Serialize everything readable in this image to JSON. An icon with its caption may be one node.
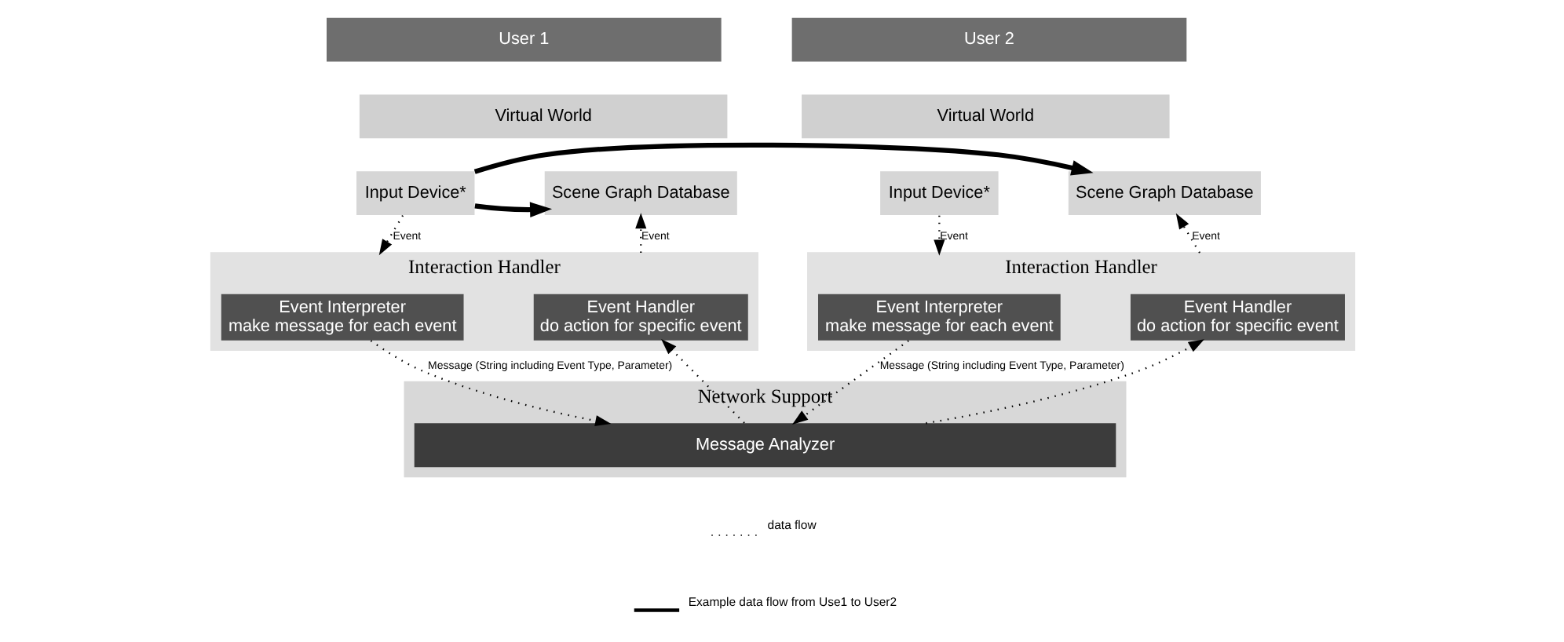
{
  "diagram": {
    "nodes": [
      {
        "text": [
          "User 1"
        ]
      },
      {
        "text": [
          "Virtual World"
        ]
      },
      {
        "text": [
          "Input Device*"
        ]
      },
      {
        "text": [
          "Scene Graph Database"
        ]
      },
      {
        "text": [
          "Interaction Handler"
        ]
      },
      {
        "text": [
          "Event Interpreter",
          "make message for each event"
        ],
        "in": 4
      },
      {
        "text": [
          "Event Handler",
          "do action for specific event"
        ],
        "in": 4
      },
      {
        "text": [
          "User 2"
        ]
      },
      {
        "text": [
          "Virtual World"
        ]
      },
      {
        "text": [
          "Input Device*"
        ]
      },
      {
        "text": [
          "Scene Graph Database"
        ]
      },
      {
        "text": [
          "Interaction Handler"
        ]
      },
      {
        "text": [
          "Event Interpreter",
          "make message for each event"
        ],
        "in": 11
      },
      {
        "text": [
          "Event Handler",
          "do action for specific event"
        ],
        "in": 11
      },
      {
        "text": [
          "Network Support"
        ]
      },
      {
        "text": [
          "Message Analyzer"
        ],
        "in": 14
      }
    ],
    "edges": [
      {
        "from": 2,
        "to": 4,
        "arrow": "to",
        "style": "dashed",
        "label": "Event"
      },
      {
        "from": 4,
        "to": 3,
        "arrow": "to",
        "style": "dashed",
        "label": "Event"
      },
      {
        "from": 5,
        "to": 15,
        "arrow": "to",
        "style": "dashed",
        "label": "Message (String including Event Type, Parameter)"
      },
      {
        "from": 15,
        "to": 6,
        "arrow": "to",
        "style": "dashed"
      },
      {
        "from": 9,
        "to": 11,
        "arrow": "to",
        "style": "dashed",
        "label": "Event"
      },
      {
        "from": 11,
        "to": 10,
        "arrow": "to",
        "style": "dashed",
        "label": "Event"
      },
      {
        "from": 12,
        "to": 15,
        "arrow": "to",
        "style": "dashed",
        "label": "Message (String including Event Type, Parameter)"
      },
      {
        "from": 15,
        "to": 13,
        "arrow": "to",
        "style": "dashed"
      },
      {
        "from": 2,
        "to": 3,
        "arrow": "to",
        "style": "thick"
      },
      {
        "from": 2,
        "to": 10,
        "arrow": "to",
        "style": "thick"
      }
    ],
    "legend": [
      {
        "text": "data flow"
      },
      {
        "text": "Example data flow from Use1 to User2"
      }
    ]
  }
}
